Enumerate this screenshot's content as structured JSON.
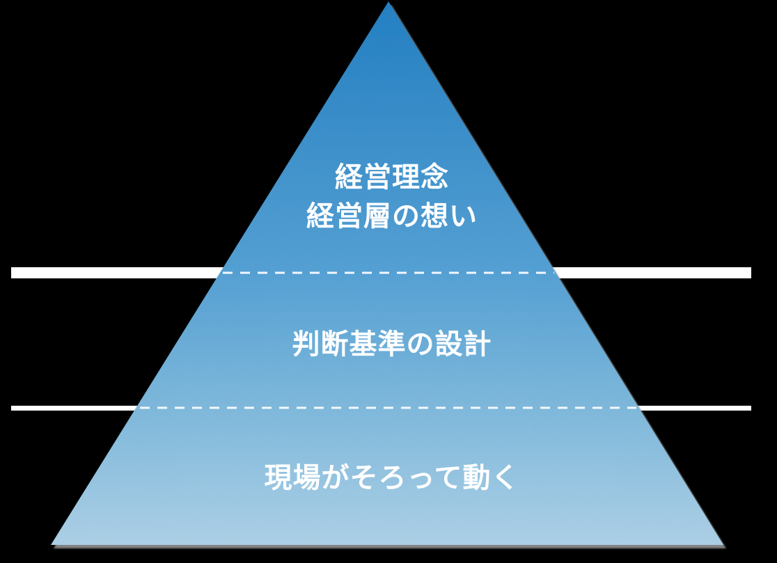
{
  "page": {
    "background_color": "#000000"
  },
  "pyramid": {
    "kind": "three-tier-pyramid",
    "levels": [
      {
        "position": "top",
        "label_lines": [
          "経営理念",
          "経営層の想い"
        ]
      },
      {
        "position": "middle",
        "label_lines": [
          "判断基準の設計"
        ]
      },
      {
        "position": "bottom",
        "label_lines": [
          "現場がそろって動く"
        ]
      }
    ],
    "colors": {
      "gradient_top": "#1e7dc2",
      "gradient_mid": "#519fd4",
      "gradient_lower": "#7cb8dc",
      "gradient_bottom": "#abd0e7",
      "divider_line": "#ffffff",
      "label_text": "#ffffff",
      "shadow": "#9a9a9a"
    }
  }
}
